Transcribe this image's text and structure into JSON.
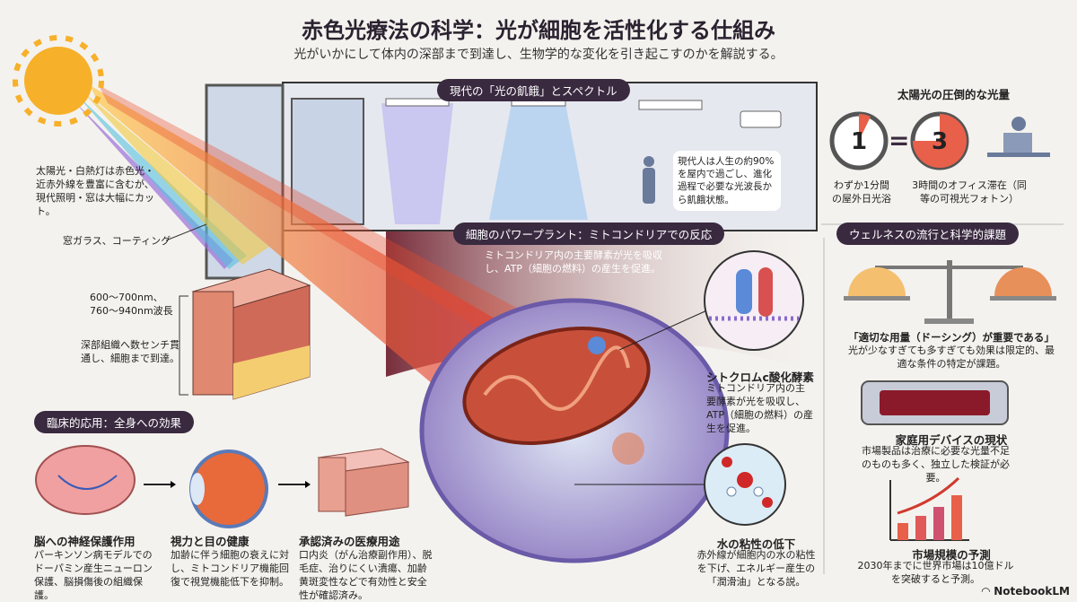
{
  "header": {
    "title": "赤色光療法の科学：光が細胞を活性化する仕組み",
    "subtitle": "光がいかにして体内の深部まで到達し、生物学的な変化を引き起こすのかを解説する。"
  },
  "spectrum": {
    "note": "太陽光・白熱灯は赤色光・近赤外線を豊富に含むが、現代照明・窓は大幅にカット。",
    "window_label": "窓ガラス、コーティング",
    "wavelength": "600〜700nm、760〜940nm波長",
    "penetration": "深部組織へ数センチ貫通し、細胞まで到達。"
  },
  "room": {
    "label": "現代の「光の飢餓」とスペクトル",
    "bubble": "現代人は人生の約90%を屋内で過ごし、進化過程で必要な光波長から飢餓状態。"
  },
  "sunlight": {
    "heading": "太陽光の圧倒的な光量",
    "left_number": "1",
    "right_number": "3",
    "equals": "=",
    "left_caption": "わずか1分間の屋外日光浴",
    "right_caption": "3時間のオフィス滞在（同等の可視光フォトン）"
  },
  "mitochondria": {
    "label": "細胞のパワープラント：ミトコンドリアでの反応",
    "desc": "ミトコンドリア内の主要酵素が光を吸収し、ATP（細胞の燃料）の産生を促進。",
    "enzyme_title": "シトクロムc酸化酵素",
    "enzyme_desc": "ミトコンドリア内の主要酵素が光を吸収し、ATP（細胞の燃料）の産生を促進。",
    "water_title": "水の粘性の低下",
    "water_desc": "赤外線が細胞内の水の粘性を下げ、エネルギー産生の「潤滑油」となる説。"
  },
  "clinical": {
    "label": "臨床的応用：全身への効果",
    "items": [
      {
        "title": "脳への神経保護作用",
        "desc": "パーキンソン病モデルでのドーパミン産生ニューロン保護、脳損傷後の組織保護。"
      },
      {
        "title": "視力と目の健康",
        "desc": "加齢に伴う細胞の衰えに対し、ミトコンドリア機能回復で視覚機能低下を抑制。"
      },
      {
        "title": "承認済みの医療用途",
        "desc": "口内炎（がん治療副作用）、脱毛症、治りにくい潰瘍、加齢黄斑変性などで有効性と安全性が確認済み。"
      }
    ]
  },
  "wellness": {
    "label": "ウェルネスの流行と科学的課題",
    "dosing_title": "「適切な用量（ドーシング）が重要である」",
    "dosing_desc": "光が少なすぎても多すぎても効果は限定的、最適な条件の特定が課題。",
    "device_title": "家庭用デバイスの現状",
    "device_desc": "市場製品は治療に必要な光量不足のものも多く、独立した検証が必要。",
    "market_title": "市場規模の予測",
    "market_desc": "2030年までに世界市場は10億ドルを突破すると予測。"
  },
  "footer": {
    "brand": "NotebookLM"
  },
  "colors": {
    "accent": "#e8604a",
    "pill": "#3a2a40",
    "banner": "#7a2030"
  }
}
